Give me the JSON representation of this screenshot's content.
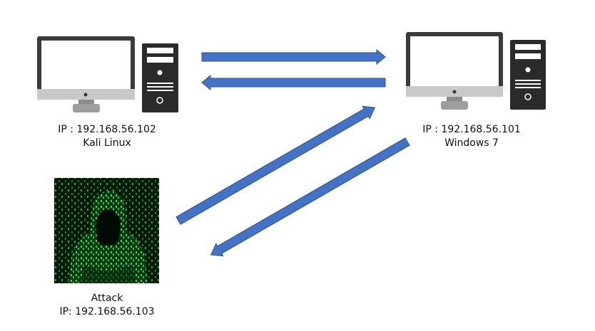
{
  "nodes": {
    "kali": {
      "line1": "IP : 192.168.56.102",
      "line2": "Kali Linux",
      "icon": "desktop-computer-icon"
    },
    "windows": {
      "line1": "IP : 192.168.56.101",
      "line2": "Windows 7",
      "icon": "desktop-computer-icon"
    },
    "attacker": {
      "line1": "Attack",
      "line2": "IP: 192.168.56.103",
      "icon": "hooded-hacker-binary-image"
    }
  },
  "connections": [
    {
      "from": "kali",
      "to": "windows"
    },
    {
      "from": "windows",
      "to": "kali"
    },
    {
      "from": "attacker",
      "to": "windows"
    },
    {
      "from": "windows",
      "to": "attacker"
    }
  ],
  "colors": {
    "arrow_fill": "#4472C4",
    "arrow_stroke": "#2F528F",
    "monitor_frame": "#3A3A3A",
    "monitor_stand": "#9E9E9E",
    "tower": "#2B2B2B",
    "matrix_green": "#1FA83A",
    "background": "#FFFFFF"
  }
}
